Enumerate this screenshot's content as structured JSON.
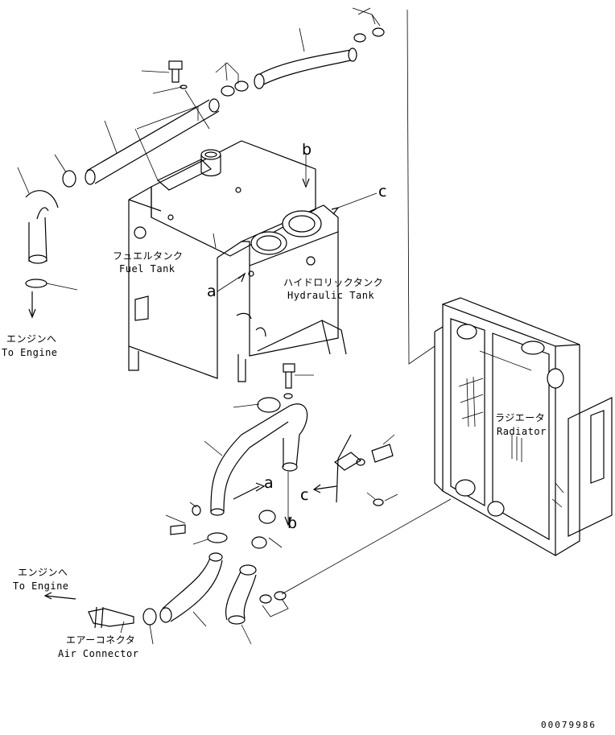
{
  "labels": {
    "fuel_tank_jp": "フュエルタンク",
    "fuel_tank_en": "Fuel Tank",
    "hydraulic_tank_jp": "ハイドロリックタンク",
    "hydraulic_tank_en": "Hydraulic Tank",
    "radiator_jp": "ラジエータ",
    "radiator_en": "Radiator",
    "to_engine_upper_jp": "エンジンへ",
    "to_engine_upper_en": "To Engine",
    "to_engine_lower_jp": "エンジンへ",
    "to_engine_lower_en": "To Engine",
    "air_connector_jp": "エアーコネクタ",
    "air_connector_en": "Air Connector"
  },
  "refs": {
    "a_upper": "a",
    "b_upper": "b",
    "c_upper": "c",
    "a_lower": "a",
    "b_lower": "b",
    "c_lower": "c"
  },
  "document_number": "00079986"
}
